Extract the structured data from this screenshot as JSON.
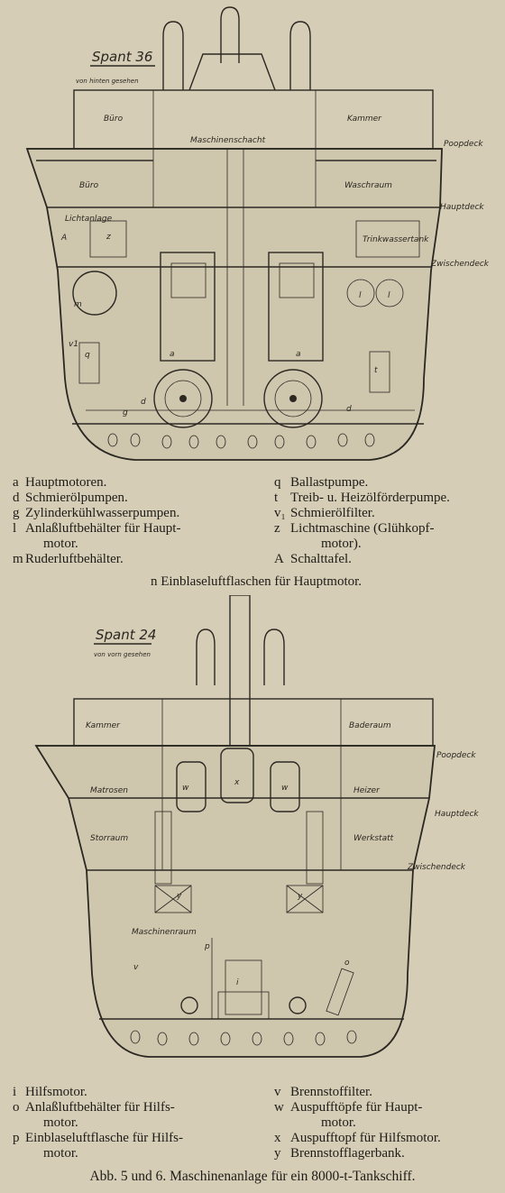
{
  "figure1": {
    "title": "Spant 36",
    "subtitle": "von hinten gesehen",
    "labels": {
      "buero_top": "Büro",
      "kammer": "Kammer",
      "maschinenschacht": "Maschinenschacht",
      "poopdeck": "Poopdeck",
      "buero_bottom": "Büro",
      "waschraum": "Waschraum",
      "hauptdeck": "Hauptdeck",
      "lichtanlage": "Lichtanlage",
      "trinkwassertank": "Trinkwassertank",
      "zwischendeck": "Zwischendeck",
      "A": "A",
      "z": "z",
      "m": "m",
      "l1": "l",
      "l2": "l",
      "a1": "a",
      "a2": "a",
      "q": "q",
      "v1": "v1",
      "t": "t",
      "g": "g",
      "d1": "d",
      "d2": "d"
    }
  },
  "legend1": {
    "left": [
      {
        "key": "a",
        "text": "Hauptmotoren."
      },
      {
        "key": "d",
        "text": "Schmierölpumpen."
      },
      {
        "key": "g",
        "text": "Zylinderkühlwasserpumpen."
      },
      {
        "key": "l",
        "text": "Anlaßluftbehälter für Haupt-"
      },
      {
        "key": "",
        "text": "motor."
      },
      {
        "key": "m",
        "text": "Ruderluftbehälter."
      }
    ],
    "right": [
      {
        "key": "q",
        "text": "Ballastpumpe."
      },
      {
        "key": "t",
        "text": "Treib- u. Heizölförderpumpe."
      },
      {
        "key": "v₁",
        "text": "Schmierölfilter."
      },
      {
        "key": "z",
        "text": "Lichtmaschine (Glühkopf-"
      },
      {
        "key": "",
        "text": "motor)."
      },
      {
        "key": "A",
        "text": "Schalttafel."
      }
    ],
    "center": "n  Einblaseluftflaschen für Hauptmotor."
  },
  "figure2": {
    "title": "Spant 24",
    "subtitle": "von vorn gesehen",
    "labels": {
      "kammer": "Kammer",
      "baderaum": "Baderaum",
      "poopdeck": "Poopdeck",
      "matrosen": "Matrosen",
      "heizer": "Heizer",
      "hauptdeck": "Hauptdeck",
      "storraum": "Storraum",
      "werkstatt": "Werkstatt",
      "zwischendeck": "Zwischendeck",
      "maschinenraum": "Maschinenraum",
      "w1": "w",
      "x": "x",
      "w2": "w",
      "y1": "y",
      "y2": "y",
      "p": "p",
      "i": "i",
      "v": "v",
      "o": "o"
    }
  },
  "legend2": {
    "left": [
      {
        "key": "i",
        "text": "Hilfsmotor."
      },
      {
        "key": "o",
        "text": "Anlaßluftbehälter für Hilfs-"
      },
      {
        "key": "",
        "text": "motor."
      },
      {
        "key": "p",
        "text": "Einblaseluftflasche für Hilfs-"
      },
      {
        "key": "",
        "text": "motor."
      }
    ],
    "right": [
      {
        "key": "v",
        "text": "Brennstoffilter."
      },
      {
        "key": "w",
        "text": "Auspufftöpfe für Haupt-"
      },
      {
        "key": "",
        "text": "motor."
      },
      {
        "key": "x",
        "text": "Auspufftopf für Hilfsmotor."
      },
      {
        "key": "y",
        "text": "Brennstofflagerbank."
      }
    ]
  },
  "caption": "Abb. 5 und 6.  Maschinenanlage für ein 8000-t-Tankschiff."
}
